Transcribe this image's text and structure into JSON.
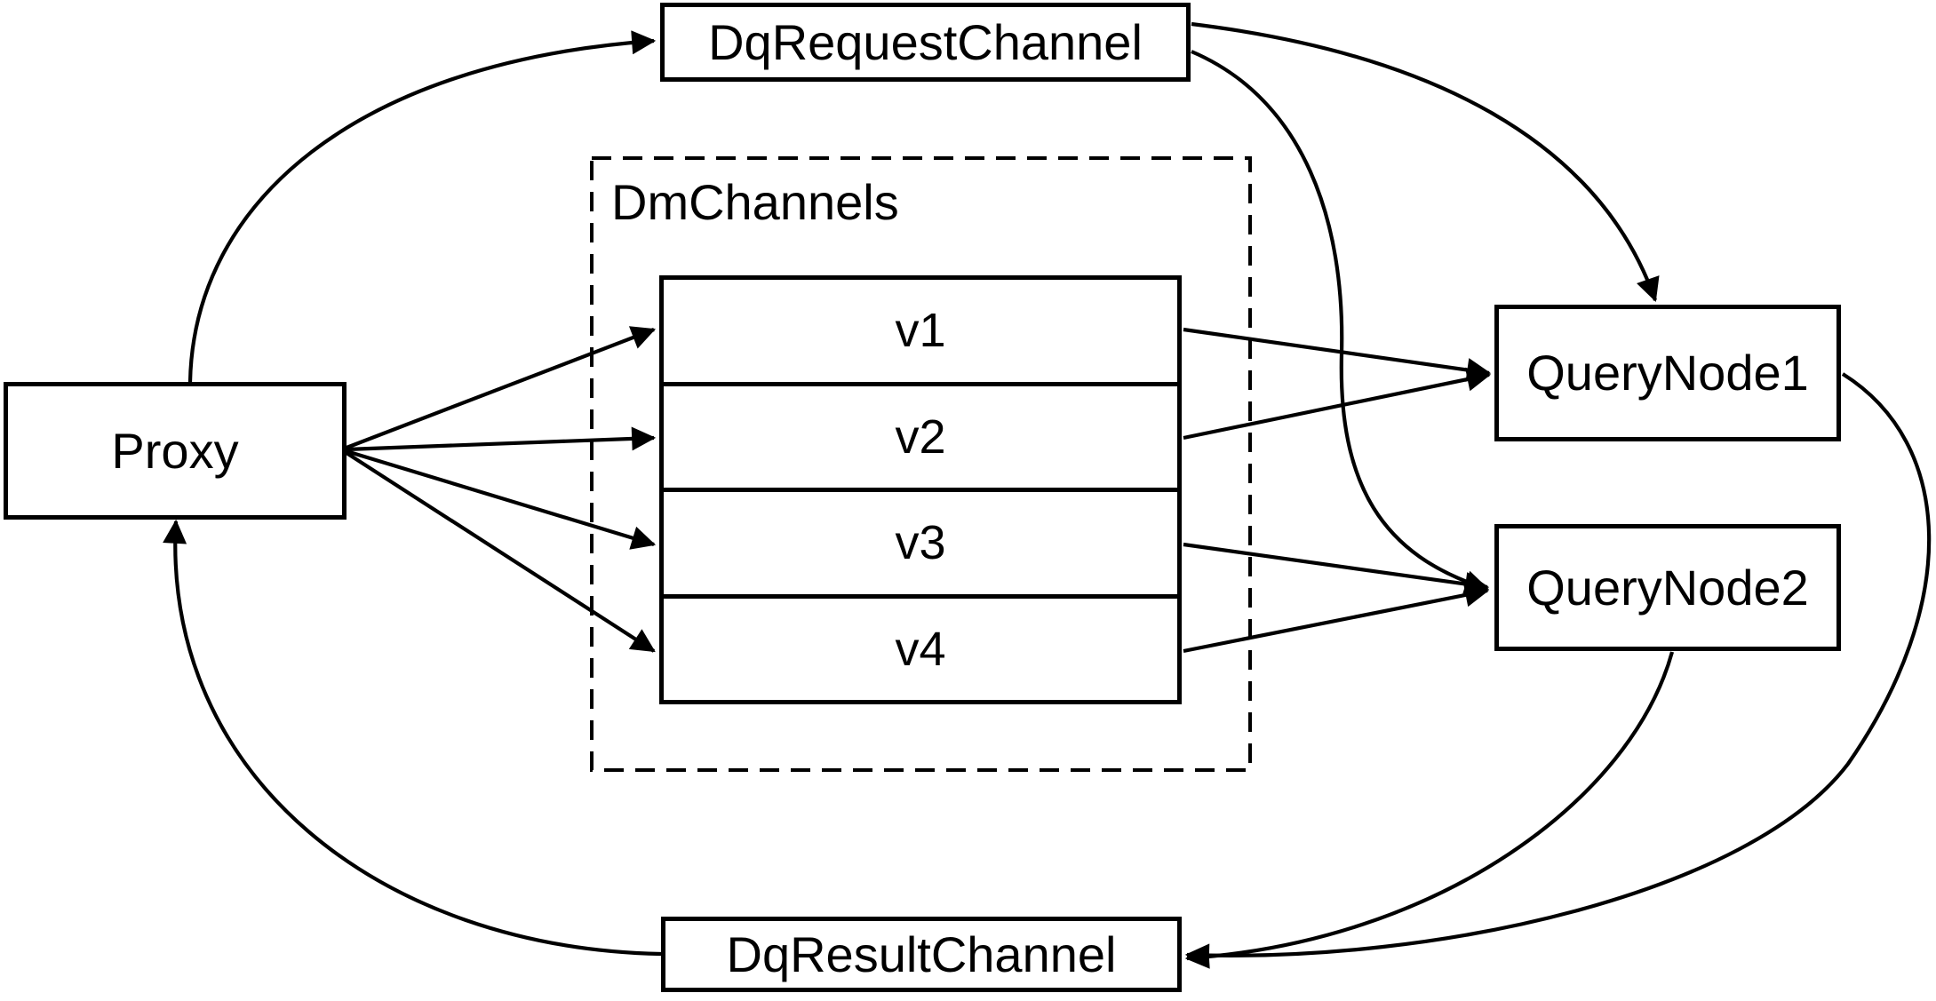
{
  "diagram": {
    "background_color": "#ffffff",
    "stroke_color": "#000000",
    "nodes": {
      "proxy": {
        "label": "Proxy"
      },
      "dq_request_channel": {
        "label": "DqRequestChannel"
      },
      "dm_channels": {
        "label": "DmChannels",
        "channels": [
          {
            "label": "v1"
          },
          {
            "label": "v2"
          },
          {
            "label": "v3"
          },
          {
            "label": "v4"
          }
        ]
      },
      "query_node_1": {
        "label": "QueryNode1"
      },
      "query_node_2": {
        "label": "QueryNode2"
      },
      "dq_result_channel": {
        "label": "DqResultChannel"
      }
    },
    "edges": [
      {
        "from": "Proxy",
        "to": "DqRequestChannel"
      },
      {
        "from": "Proxy",
        "to": "v1"
      },
      {
        "from": "Proxy",
        "to": "v2"
      },
      {
        "from": "Proxy",
        "to": "v3"
      },
      {
        "from": "Proxy",
        "to": "v4"
      },
      {
        "from": "v1",
        "to": "QueryNode1"
      },
      {
        "from": "v2",
        "to": "QueryNode1"
      },
      {
        "from": "v3",
        "to": "QueryNode2"
      },
      {
        "from": "v4",
        "to": "QueryNode2"
      },
      {
        "from": "DqRequestChannel",
        "to": "QueryNode1"
      },
      {
        "from": "DqRequestChannel",
        "to": "QueryNode2"
      },
      {
        "from": "QueryNode1",
        "to": "DqResultChannel"
      },
      {
        "from": "QueryNode2",
        "to": "DqResultChannel"
      },
      {
        "from": "DqResultChannel",
        "to": "Proxy"
      }
    ]
  }
}
